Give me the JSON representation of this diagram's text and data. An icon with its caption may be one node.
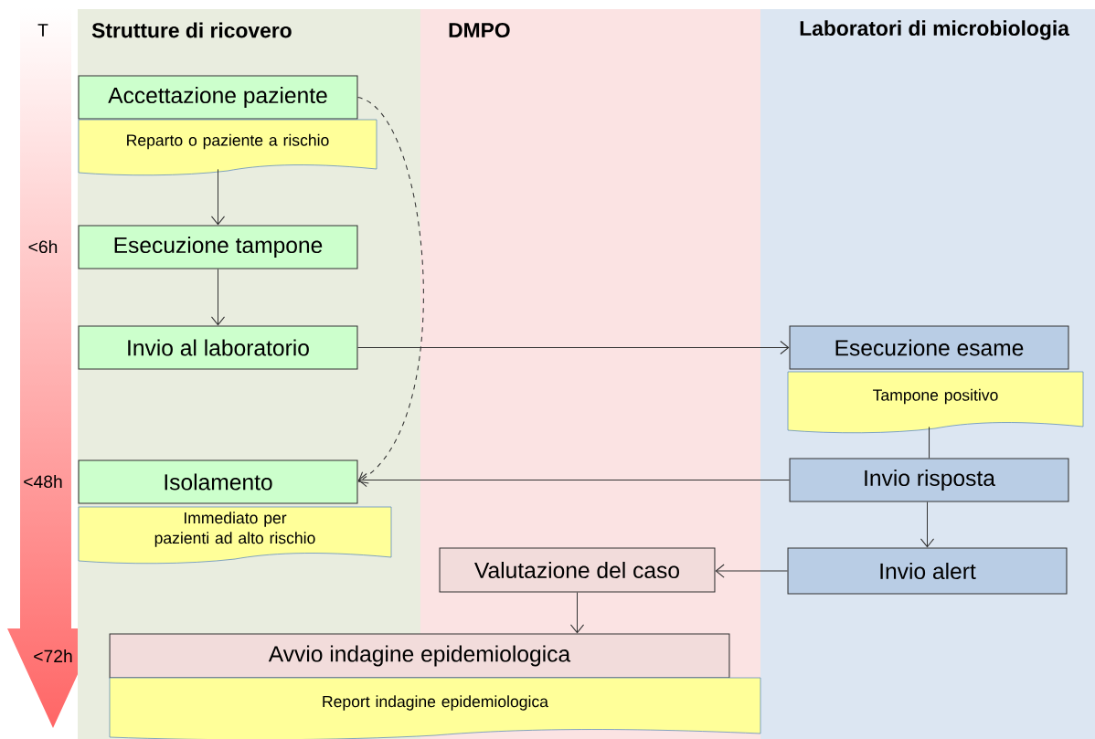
{
  "diagram": {
    "nodes": [
      {
        "text": [
          "Strutture di ricovero"
        ]
      },
      {
        "text": [
          "DMPO"
        ]
      },
      {
        "text": [
          "Laboratori di microbiologia"
        ]
      },
      {
        "text": [
          "Accettazione paziente"
        ],
        "in": 0
      },
      {
        "text": [
          "Reparto o paziente a rischio"
        ],
        "in": 0
      },
      {
        "text": [
          "Esecuzione tampone"
        ],
        "in": 0
      },
      {
        "text": [
          "Invio al laboratorio"
        ],
        "in": 0
      },
      {
        "text": [
          "Isolamento"
        ],
        "in": 0
      },
      {
        "text": [
          "Immediato per pazienti ad alto rischio"
        ],
        "in": 0
      },
      {
        "text": [
          "Esecuzione esame"
        ],
        "in": 2
      },
      {
        "text": [
          "Tampone positivo"
        ],
        "in": 2
      },
      {
        "text": [
          "Invio risposta"
        ],
        "in": 2
      },
      {
        "text": [
          "Invio alert"
        ],
        "in": 2
      },
      {
        "text": [
          "Valutazione del caso"
        ],
        "in": 1
      },
      {
        "text": [
          "Avvio indagine epidemiologica"
        ]
      },
      {
        "text": [
          "Report indagine epidemiologica"
        ]
      }
    ],
    "edges": [
      {
        "from": 4,
        "to": 5,
        "arrow": "to"
      },
      {
        "from": 5,
        "to": 6,
        "arrow": "to"
      },
      {
        "from": 6,
        "to": 9,
        "arrow": "to"
      },
      {
        "from": 3,
        "to": 7,
        "arrow": "to",
        "style": "dashed"
      },
      {
        "from": 10,
        "to": 11,
        "arrow": "none"
      },
      {
        "from": 11,
        "to": 7,
        "arrow": "to"
      },
      {
        "from": 11,
        "to": 12,
        "arrow": "to"
      },
      {
        "from": 12,
        "to": 13,
        "arrow": "to"
      },
      {
        "from": 13,
        "to": 14,
        "arrow": "to"
      }
    ],
    "labels": [
      "T",
      "<6h",
      "<48h",
      "<72h"
    ]
  }
}
